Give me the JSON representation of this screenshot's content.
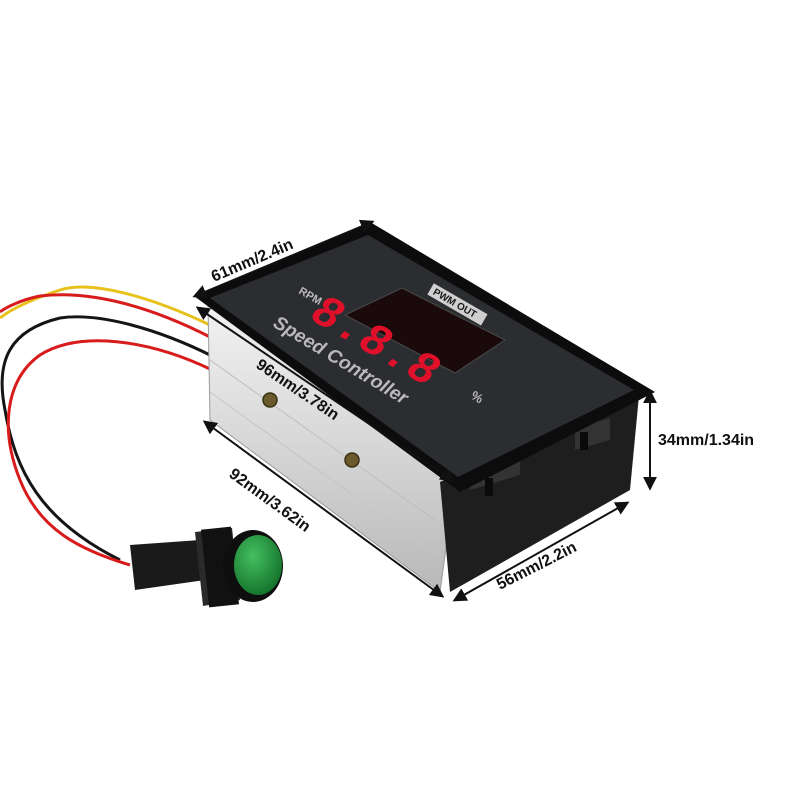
{
  "product": {
    "panel_label": "Speed Controller",
    "rpm_label": "RPM",
    "pwm_label": "PWM OUT",
    "display_digits": "8.8.8",
    "percent_label": "%"
  },
  "dimensions": {
    "front_width": "61mm/2.4in",
    "height": "34mm/1.34in",
    "top_length": "96mm/3.78in",
    "side_length": "92mm/3.62in",
    "depth": "56mm/2.2in"
  },
  "colors": {
    "background": "#ffffff",
    "panel": "#2b2d31",
    "led": "#e0102a",
    "button": "#1f9a3c",
    "wire_red": "#d81b1b",
    "wire_yellow": "#e8c21a",
    "wire_black": "#151515"
  }
}
